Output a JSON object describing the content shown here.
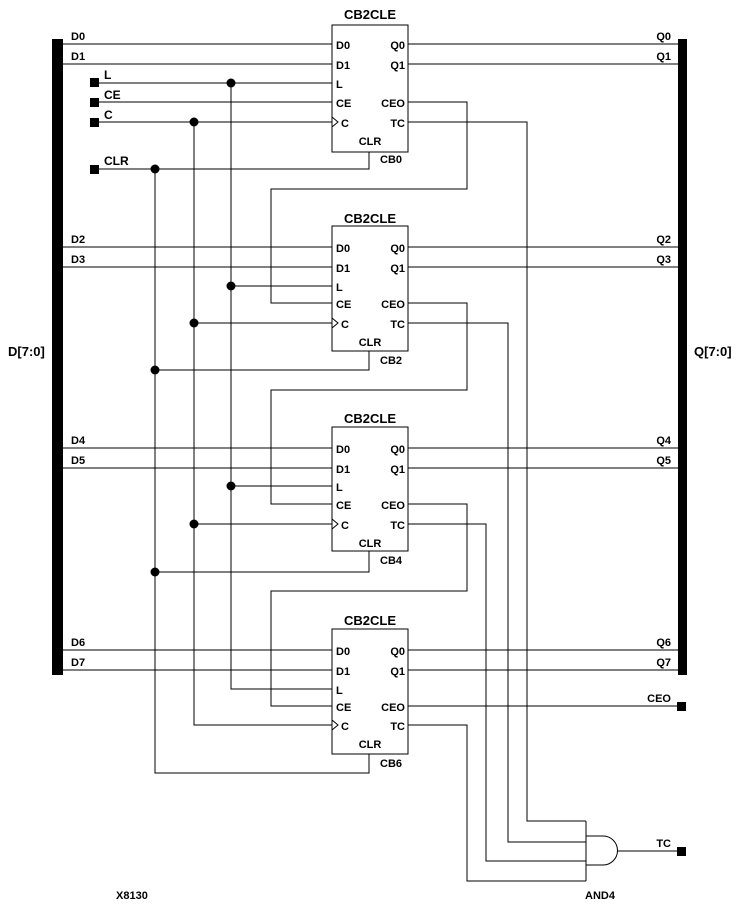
{
  "bus": {
    "input_label": "D[7:0]",
    "output_label": "Q[7:0]"
  },
  "inputs": {
    "load": "L",
    "clock_enable": "CE",
    "clock": "C",
    "clear": "CLR"
  },
  "outputs": {
    "ceo": "CEO",
    "tc": "TC"
  },
  "counters": [
    {
      "type": "CB2CLE",
      "instance": "CB0",
      "data_in": [
        "D0",
        "D1"
      ],
      "data_out": [
        "Q0",
        "Q1"
      ]
    },
    {
      "type": "CB2CLE",
      "instance": "CB2",
      "data_in": [
        "D2",
        "D3"
      ],
      "data_out": [
        "Q2",
        "Q3"
      ]
    },
    {
      "type": "CB2CLE",
      "instance": "CB4",
      "data_in": [
        "D4",
        "D5"
      ],
      "data_out": [
        "Q4",
        "Q5"
      ]
    },
    {
      "type": "CB2CLE",
      "instance": "CB6",
      "data_in": [
        "D6",
        "D7"
      ],
      "data_out": [
        "Q6",
        "Q7"
      ]
    }
  ],
  "pins": {
    "d0": "D0",
    "d1": "D1",
    "l": "L",
    "ce": "CE",
    "c": "C",
    "q0": "Q0",
    "q1": "Q1",
    "ceo": "CEO",
    "tc": "TC",
    "clr": "CLR"
  },
  "gate": {
    "label": "AND4"
  },
  "figure_id": "X8130"
}
